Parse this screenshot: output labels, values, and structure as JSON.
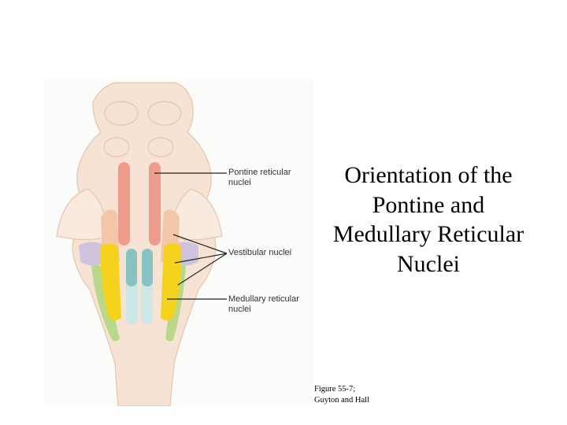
{
  "slide": {
    "title": "Orientation of the\nPontine and\nMedullary Reticular\nNuclei",
    "caption": "Figure 55-7;\nGuyton and Hall"
  },
  "figure": {
    "labels": {
      "pontine": "Pontine reticular\nnuclei",
      "vestibular": "Vestibular nuclei",
      "medullary": "Medullary reticular\nnuclei"
    },
    "colors": {
      "brainstem": "#f6e3d3",
      "outline": "#e3c6b0",
      "pontine_nuclei": "#ee9c8e",
      "vestibular_nuclei": "#cfc3df",
      "medullary_upper": "#88c3c3",
      "medullary_lower": "#cde6e6",
      "yellow_band": "#f4d21e",
      "green_band": "#b9d88a",
      "peach_band": "#f3c6a8",
      "leader_line": "#222222"
    }
  }
}
